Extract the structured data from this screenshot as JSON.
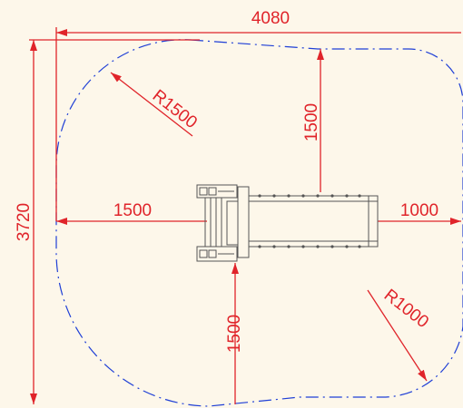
{
  "drawing": {
    "colors": {
      "background": "#fdf7ea",
      "dimension": "#e0242a",
      "boundary": "#1f3fd6",
      "machine": "#555555"
    },
    "dimensions": {
      "overall_width": "4080",
      "overall_height": "3720",
      "radius_large": "R1500",
      "radius_small": "R1000",
      "top_clearance": "1500",
      "left_clearance": "1500",
      "bottom_clearance": "1500",
      "right_clearance": "1000"
    }
  }
}
